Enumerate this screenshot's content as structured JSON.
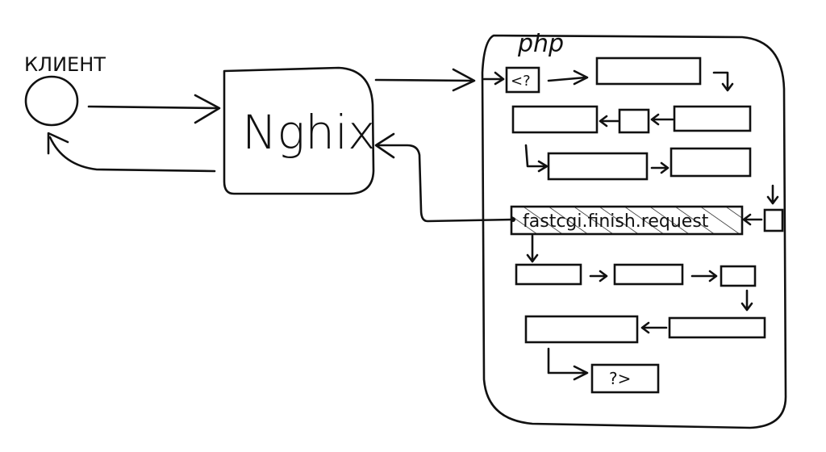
{
  "diagram": {
    "client": {
      "label": "КЛИЕНТ",
      "shape": "circle"
    },
    "server": {
      "label": "Nghix"
    },
    "php_container": {
      "label": "php",
      "open_tag": "<?",
      "close_tag": "?>",
      "finish_step": "fastcgi.finish.request"
    },
    "edges": [
      {
        "from": "client",
        "to": "server",
        "label": ""
      },
      {
        "from": "server",
        "to": "client",
        "label": ""
      },
      {
        "from": "server",
        "to": "php_container",
        "label": ""
      },
      {
        "from": "finish_step",
        "to": "server",
        "label": ""
      }
    ],
    "colors": {
      "ink": "#111111",
      "background": "#ffffff"
    }
  }
}
